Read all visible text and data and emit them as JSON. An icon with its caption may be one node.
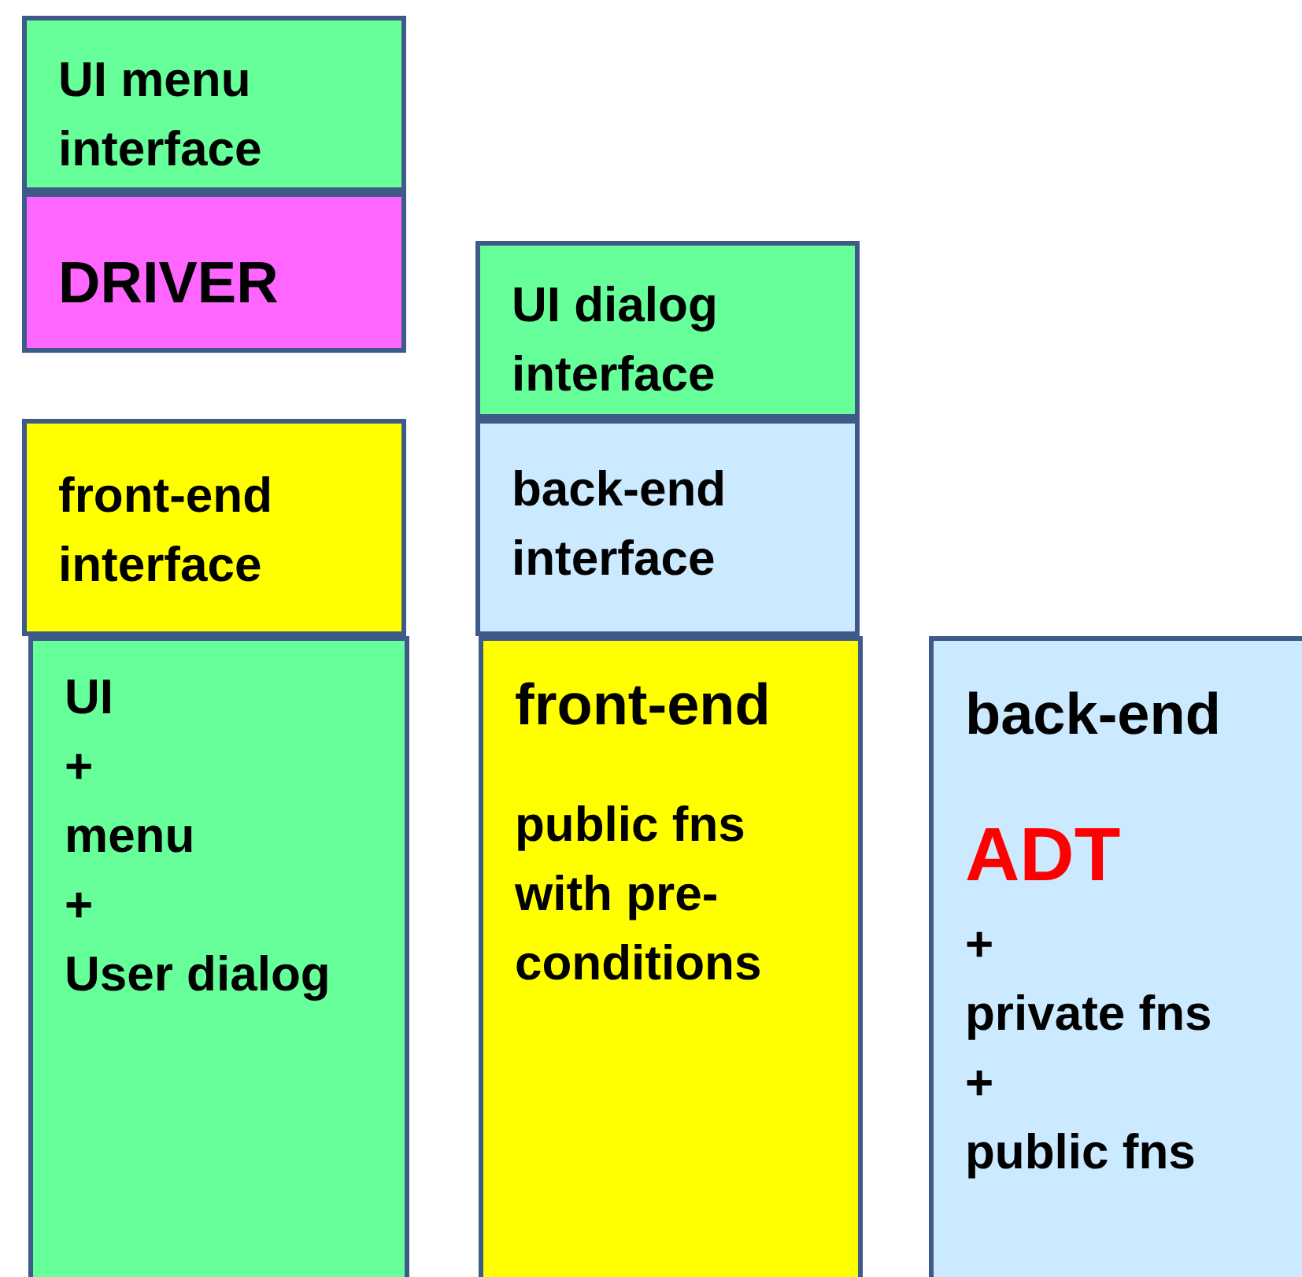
{
  "diagram": {
    "nodes": [
      {
        "text": [
          "UI menu interface"
        ]
      },
      {
        "text": [
          "DRIVER"
        ]
      },
      {
        "text": [
          "front-end interface"
        ]
      },
      {
        "text": [
          "UI",
          "+",
          "menu",
          "+",
          "User dialog"
        ]
      },
      {
        "text": [
          "UI dialog interface"
        ]
      },
      {
        "text": [
          "back-end interface"
        ]
      },
      {
        "text": [
          "front-end",
          "public fns with pre-conditions"
        ]
      },
      {
        "text": [
          "back-end",
          "ADT",
          "+",
          "private fns",
          "+",
          "public fns"
        ]
      }
    ]
  }
}
